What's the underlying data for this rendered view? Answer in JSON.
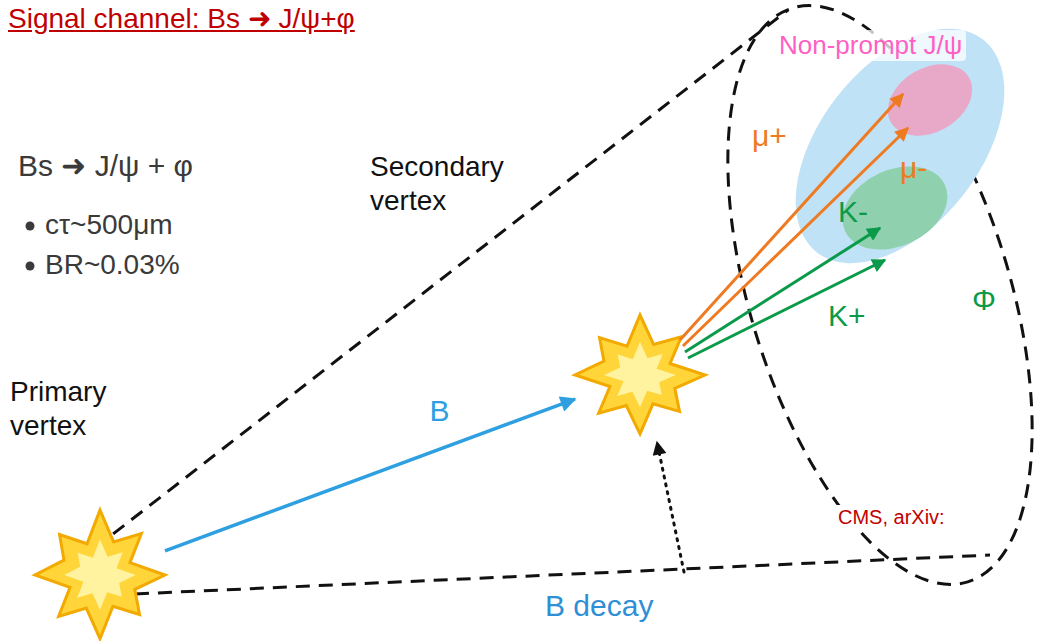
{
  "diagram": {
    "title": "Signal channel: Bs ➜ J/ψ+φ",
    "nodes": [
      {
        "text": [
          "Primary vertex"
        ]
      },
      {
        "text": [
          "Secondary vertex"
        ]
      },
      {
        "text": [
          "Non-prompt J/ψ"
        ]
      }
    ],
    "edges": [
      {
        "from": 0,
        "to": 1,
        "label": "B",
        "arrow": "to"
      }
    ],
    "labels": [
      "Bs ➜ J/ψ + φ",
      "cτ~500μm",
      "BR~0.03%",
      "μ+",
      "μ-",
      "K-",
      "K+",
      "Φ",
      "B decay",
      "CMS, arXiv:"
    ]
  }
}
